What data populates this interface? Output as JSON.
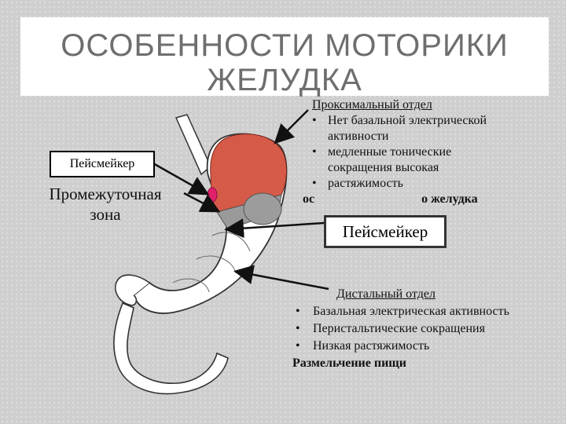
{
  "title_line1": "ОСОБЕННОСТИ МОТОРИКИ",
  "title_line2": "ЖЕЛУДКА",
  "labels": {
    "pacemaker_left": "Пейсмейкер",
    "intermediate_zone_1": "Промежуточная",
    "intermediate_zone_2": "зона",
    "pacemaker_right": "Пейсмейкер"
  },
  "proximal": {
    "title": "Проксимальный отдел",
    "items": [
      {
        "line1": "Нет базальной электрической",
        "line2": "активности"
      },
      {
        "line1": "медленные тонические",
        "line2": "сокращения высокая"
      },
      {
        "line1": "растяжимость",
        "line2": ""
      }
    ],
    "tail_start": "ос",
    "tail_end": "о желудка"
  },
  "distal": {
    "title": "Дистальный отдел",
    "items": [
      "Базальная электрическая активность",
      "Перистальтические сокращения",
      "Низкая растяжимость"
    ],
    "final": "Размельчение пищи"
  },
  "colors": {
    "fundus": "#d65a48",
    "pacemaker_dot": "#e0206a",
    "gray_zone": "#9a9a9a",
    "stomach_fill": "#ffffff",
    "outline": "#333333"
  }
}
